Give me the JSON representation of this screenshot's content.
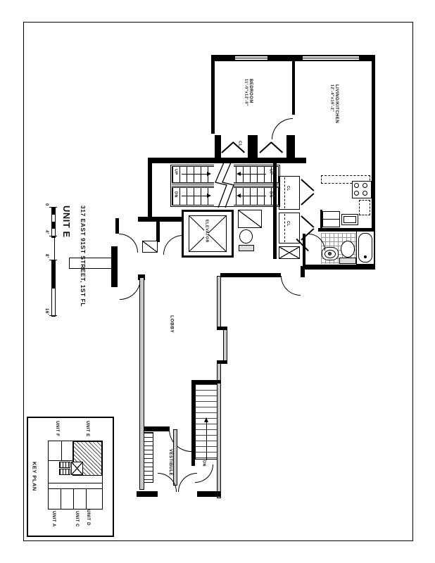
{
  "drawing": {
    "unit_title": "UNIT E",
    "address": "317 EAST 91ST STREET, 1ST FL"
  },
  "scale_bar": {
    "labels": [
      "0",
      "4'",
      "8'",
      "16'"
    ]
  },
  "rooms": {
    "bedroom": {
      "name": "BEDROOM",
      "dims": "11'-0\"x12'-0\""
    },
    "living_kitchen": {
      "name": "LIVING/KITCHEN",
      "dims": "12'-4\"x16'-2\""
    },
    "elevator": "ELEVATOR",
    "lobby": "LOBBY",
    "vestibule": "VESTIBULE"
  },
  "stairs": {
    "up_left": "UP",
    "up_right": "UP",
    "dn_left": "DN",
    "dn_right": "DN",
    "dn_basement": "DN"
  },
  "closets": {
    "bedroom": "CL",
    "hall_upper": "CL",
    "hall_lower": "CL"
  },
  "key_plan": {
    "title": "KEY PLAN",
    "unit_e": "UNIT E",
    "unit_f": "UNIT F",
    "unit_d": "UNIT D",
    "unit_c": "UNIT C",
    "unit_a": "UNIT A"
  },
  "colors": {
    "line": "#000000",
    "wall_poche": "#c9c9c9",
    "background": "#ffffff",
    "tile_line": "#999999"
  }
}
